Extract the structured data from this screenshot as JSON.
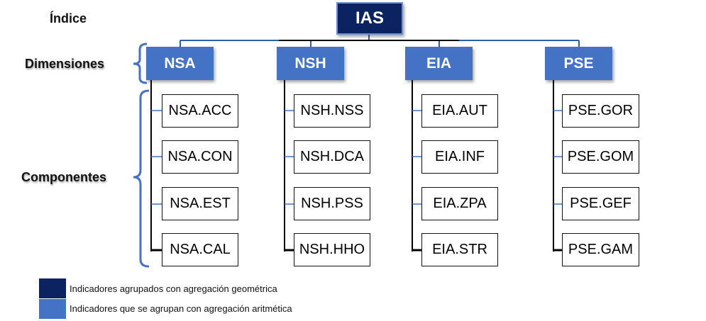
{
  "labels": {
    "index": "Índice",
    "dimensions": "Dimensiones",
    "components": "Componentes"
  },
  "root": {
    "label": "IAS"
  },
  "dimensions": [
    {
      "label": "NSA",
      "components": [
        "NSA.ACC",
        "NSA.CON",
        "NSA.EST",
        "NSA.CAL"
      ]
    },
    {
      "label": "NSH",
      "components": [
        "NSH.NSS",
        "NSH.DCA",
        "NSH.PSS",
        "NSH.HHO"
      ]
    },
    {
      "label": "EIA",
      "components": [
        "EIA.AUT",
        "EIA.INF",
        "EIA.ZPA",
        "EIA.STR"
      ]
    },
    {
      "label": "PSE",
      "components": [
        "PSE.GOR",
        "PSE.GOM",
        "PSE.GEF",
        "PSE.GAM"
      ]
    }
  ],
  "legend": [
    {
      "text": "Indicadores agrupados con agregación geométrica",
      "color": "#0b2461"
    },
    {
      "text": "Indicadores que se agrupan con agregación aritmética",
      "color": "#4472c4"
    }
  ],
  "colors": {
    "root": "#0b2461",
    "dimension": "#4472c4",
    "connector": "#2e5ea8",
    "brace": "#4472c4"
  }
}
